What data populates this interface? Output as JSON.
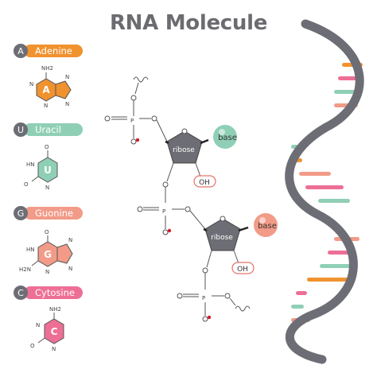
{
  "title": "RNA Molecule",
  "nucleobases": [
    {
      "letter": "A",
      "name": "Adenine",
      "color": "#f0922e",
      "atoms": [
        "NH2",
        "N",
        "N",
        "N",
        "N"
      ],
      "ring_letter": "A"
    },
    {
      "letter": "U",
      "name": "Uracil",
      "color": "#8fcfb6",
      "atoms": [
        "HN",
        "O",
        "N",
        "O"
      ],
      "ring_letter": "U"
    },
    {
      "letter": "G",
      "name": "Guonine",
      "color": "#f29b88",
      "atoms": [
        "O",
        "HN",
        "H2N",
        "N",
        "N",
        "N"
      ],
      "ring_letter": "G"
    },
    {
      "letter": "C",
      "name": "Cytosine",
      "color": "#ee6f96",
      "atoms": [
        "NH2",
        "N",
        "O",
        "N"
      ],
      "ring_letter": "C"
    }
  ],
  "strand": {
    "sugar_label": "ribose",
    "hydroxyl_label": "OH",
    "base_label": "base",
    "phosphate_atom": "P",
    "oxygen_atom": "O",
    "top_base_color": "#8fcfb6",
    "bottom_base_color": "#f29b88",
    "sugar_color": "#6d6e75"
  },
  "helix": {
    "backbone_color": "#6d6e75",
    "rung_colors": [
      "#f0922e",
      "#8fcfb6",
      "#f29b88",
      "#ee6f96"
    ]
  }
}
